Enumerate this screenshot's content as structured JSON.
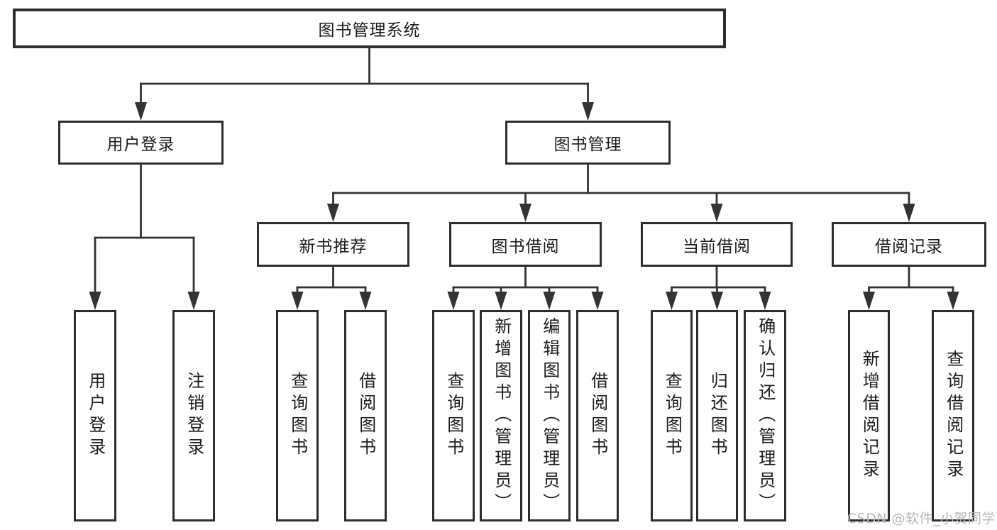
{
  "diagram_title": "图书管理系统",
  "tree": {
    "label": "图书管理系统",
    "children": [
      {
        "label": "用户登录",
        "children": [
          {
            "label": "用户登录"
          },
          {
            "label": "注销登录"
          }
        ]
      },
      {
        "label": "图书管理",
        "children": [
          {
            "label": "新书推荐",
            "children": [
              {
                "label": "查询图书"
              },
              {
                "label": "借阅图书"
              }
            ]
          },
          {
            "label": "图书借阅",
            "children": [
              {
                "label": "查询图书"
              },
              {
                "label": "新增图书（管理员）"
              },
              {
                "label": "编辑图书（管理员）"
              },
              {
                "label": "借阅图书"
              }
            ]
          },
          {
            "label": "当前借阅",
            "children": [
              {
                "label": "查询图书"
              },
              {
                "label": "归还图书"
              },
              {
                "label": "确认归还（管理员）"
              }
            ]
          },
          {
            "label": "借阅记录",
            "children": [
              {
                "label": "新增借阅记录"
              },
              {
                "label": "查询借阅记录"
              }
            ]
          }
        ]
      }
    ]
  },
  "watermark": "CSDN @软件_小贺同学",
  "colors": {
    "line": "#333333",
    "box_border": "#2d2d2d",
    "text": "#1c1c1c",
    "watermark": "#b7b7b7",
    "background": "#ffffff"
  }
}
